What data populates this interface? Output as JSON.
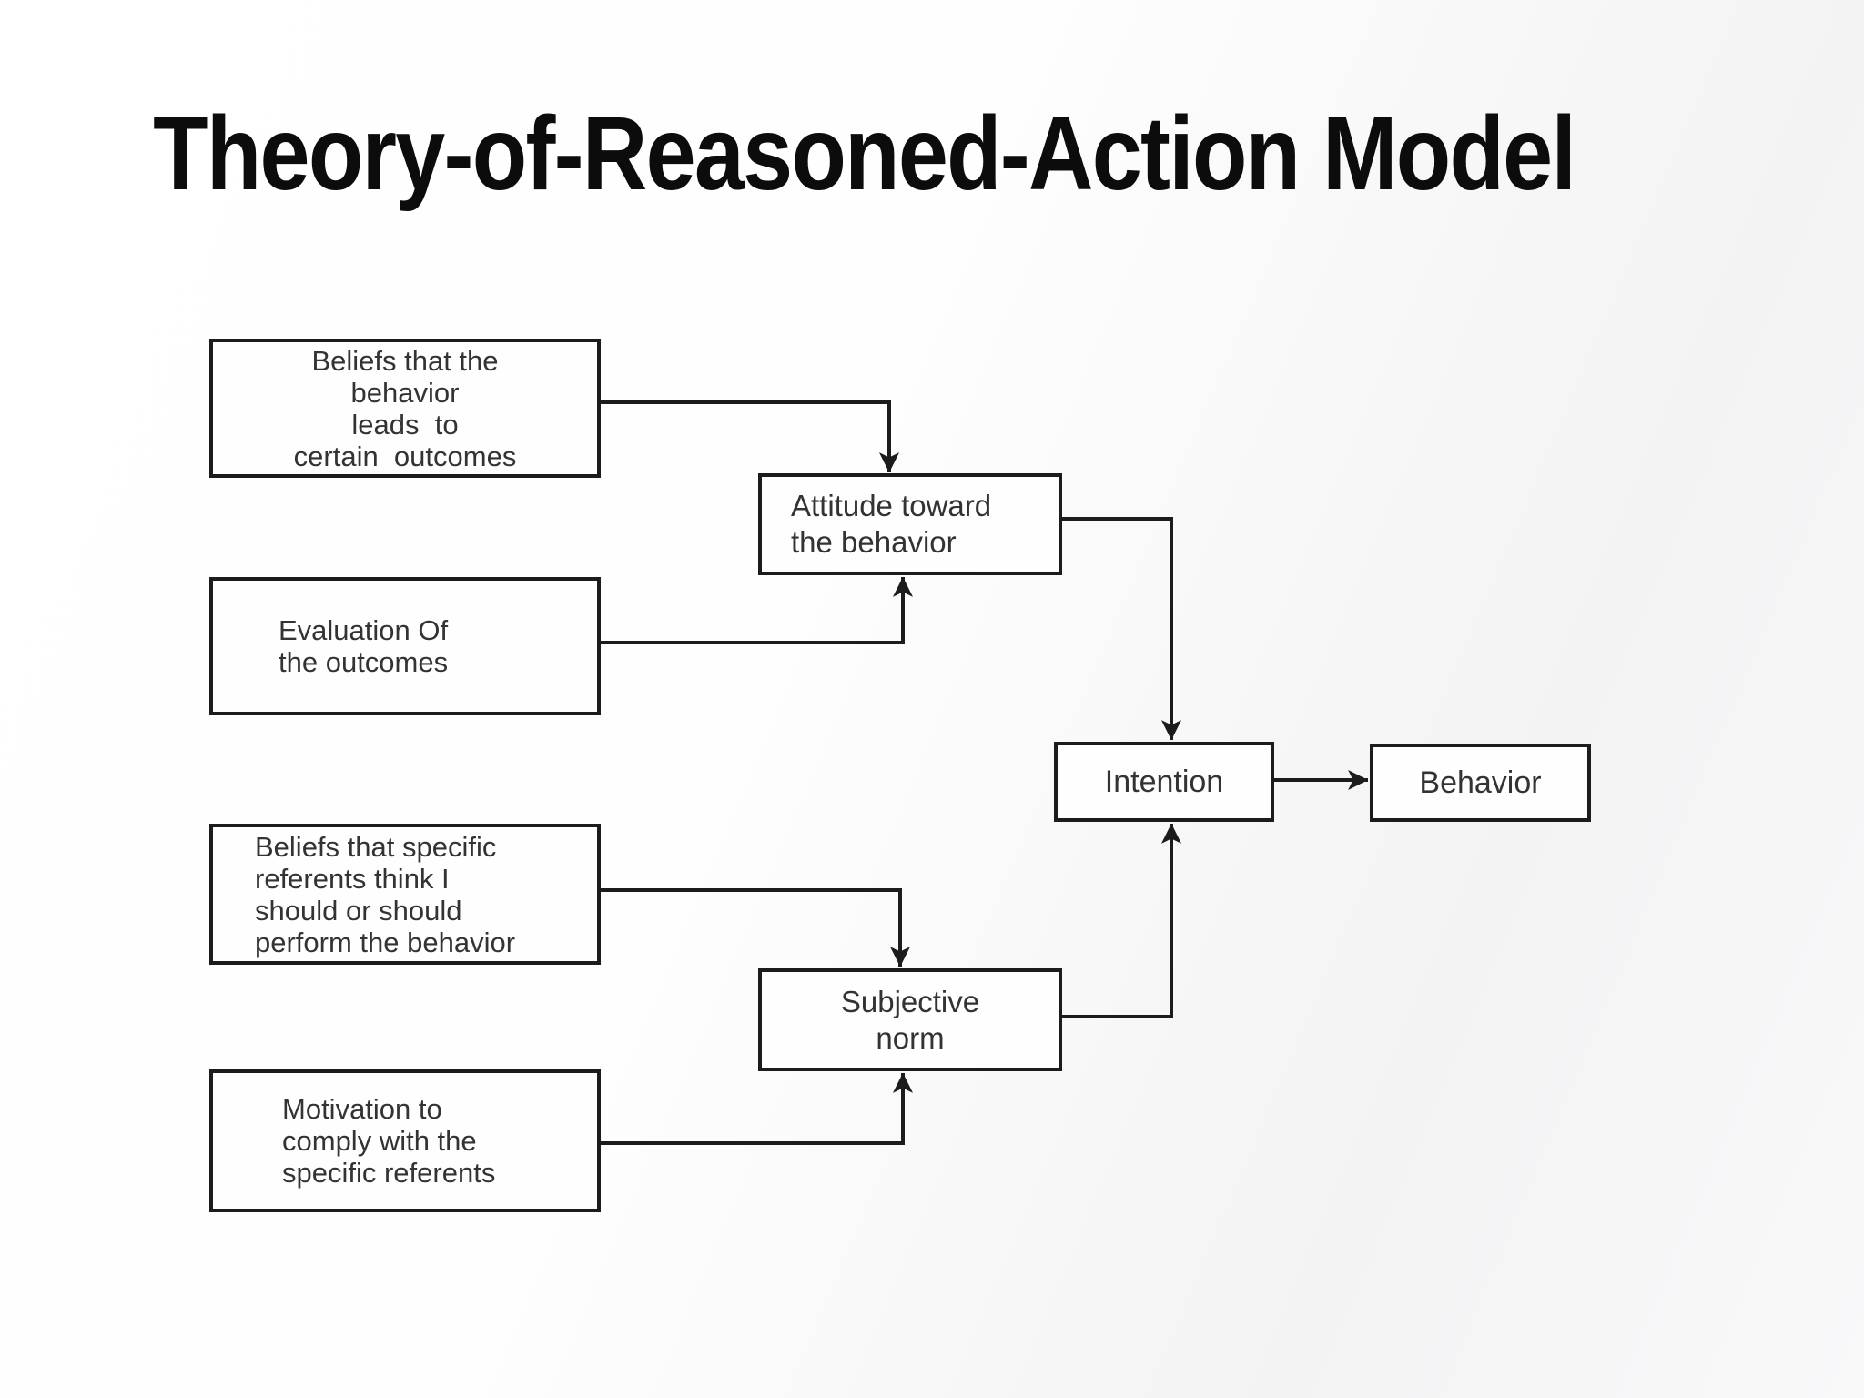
{
  "title": "Theory-of-Reasoned-Action Model",
  "nodes": {
    "beliefs_outcomes": {
      "lines": [
        "Beliefs that the",
        "behavior",
        "leads  to",
        "certain  outcomes"
      ]
    },
    "evaluation": {
      "lines": [
        "Evaluation Of",
        "the outcomes"
      ]
    },
    "attitude": {
      "lines": [
        "Attitude toward",
        "the behavior"
      ]
    },
    "beliefs_referents": {
      "lines": [
        "Beliefs that specific",
        "referents think I",
        "should or should",
        "perform the behavior"
      ]
    },
    "motivation": {
      "lines": [
        "Motivation to",
        "comply with the",
        "specific referents"
      ]
    },
    "subjective_norm": {
      "lines": [
        "Subjective",
        "norm"
      ]
    },
    "intention": {
      "lines": [
        "Intention"
      ]
    },
    "behavior": {
      "lines": [
        "Behavior"
      ]
    }
  },
  "edges": [
    {
      "from": "beliefs_outcomes",
      "to": "attitude"
    },
    {
      "from": "evaluation",
      "to": "attitude"
    },
    {
      "from": "attitude",
      "to": "intention"
    },
    {
      "from": "beliefs_referents",
      "to": "subjective_norm"
    },
    {
      "from": "motivation",
      "to": "subjective_norm"
    },
    {
      "from": "subjective_norm",
      "to": "intention"
    },
    {
      "from": "intention",
      "to": "behavior"
    }
  ],
  "colors": {
    "ink": "#1c1c1c",
    "text": "#333333",
    "title": "#0c0c0c",
    "background": "#ffffff"
  }
}
